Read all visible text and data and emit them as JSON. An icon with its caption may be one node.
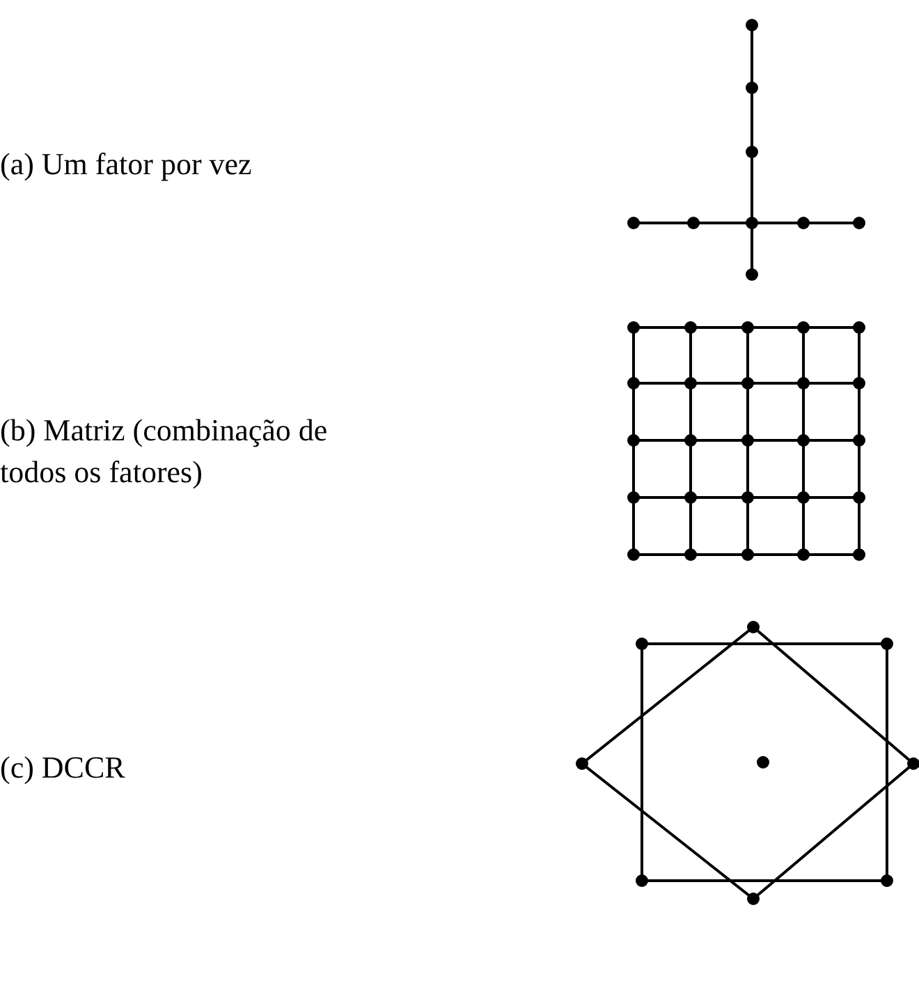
{
  "diagram": {
    "labels": [
      "(a) Um fator por vez",
      "(b) Matriz (combinação de todos os fatores)",
      "(c) DCCR"
    ]
  }
}
